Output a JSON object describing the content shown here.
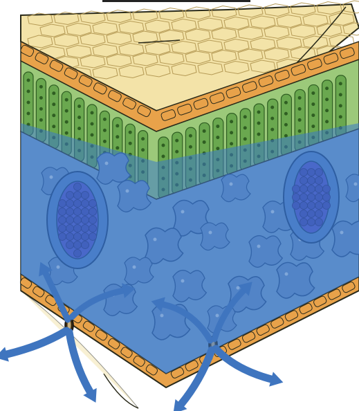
{
  "figure": {
    "subject": "leaf-cross-section",
    "layers": [
      "upper-epidermis",
      "palisade-mesophyll",
      "spongy-mesophyll",
      "lower-epidermis"
    ],
    "structures": [
      "vascular-bundle",
      "stomata",
      "airflow-arrows"
    ],
    "overlay": "blue-translucent-highlight-on-spongy-layer"
  },
  "colors": {
    "upper_surface": "#f3e3a8",
    "surface_lines": "#b59a55",
    "epidermis": "#e8a24a",
    "epidermis_dark": "#b8702a",
    "palisade": "#6aa84f",
    "palisade_light": "#9cc97a",
    "palisade_dark": "#2f5e22",
    "overlay": "#3a78c9",
    "arrow": "#3f75bf",
    "bundle": "#5b55c9",
    "outline": "#2a2a1a"
  }
}
